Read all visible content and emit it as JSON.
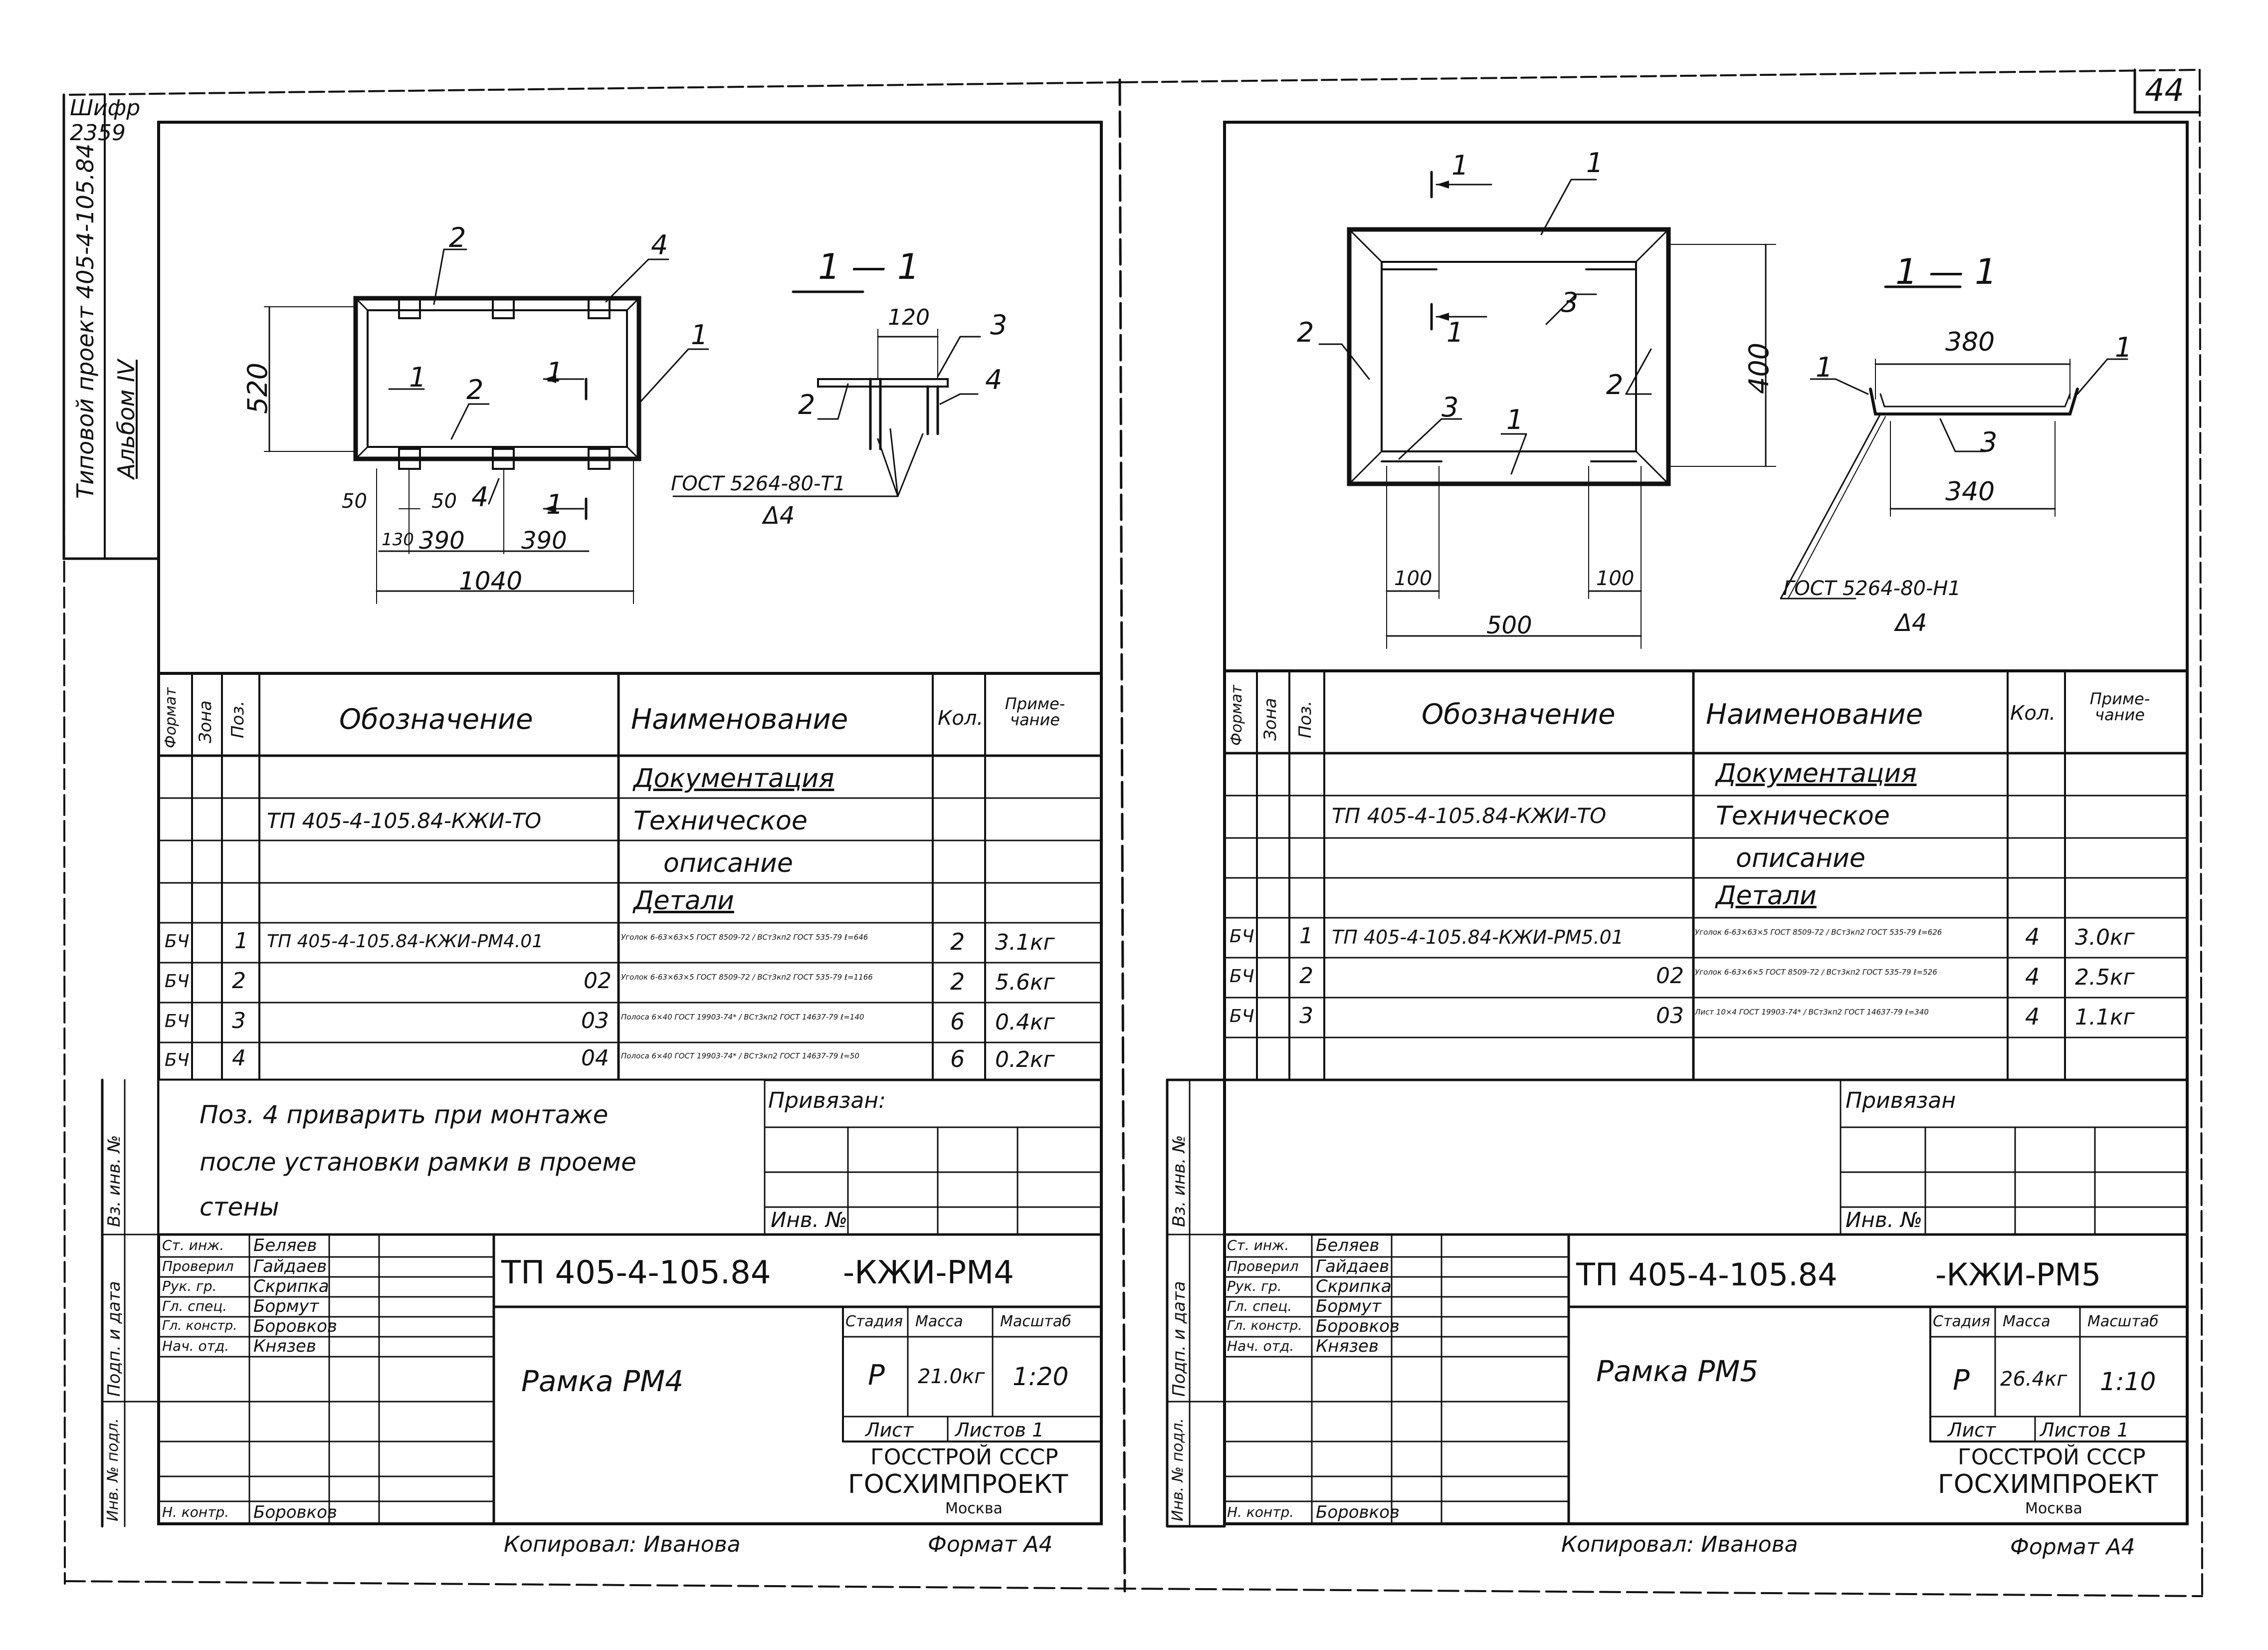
{
  "page_number": "44",
  "side_stamp": {
    "cipher_label": "Шифр",
    "cipher_value": "2359",
    "project_line": "Типовой проект 405-4-105.84",
    "album_line": "Альбом IV"
  },
  "left_sheet": {
    "drawing": {
      "section_title": "1 — 1",
      "dims": {
        "height": "520",
        "w50a": "50",
        "w50b": "50",
        "w130": "130",
        "w390a": "390",
        "w390b": "390",
        "total": "1040",
        "sec_width": "120"
      },
      "callouts": [
        "2",
        "4",
        "1",
        "1",
        "2",
        "1",
        "1",
        "4",
        "2",
        "3",
        "4"
      ],
      "weld_note": "ГОСТ 5264-80-Т1",
      "weld_size": "Δ4"
    },
    "table": {
      "headers": [
        "Формат",
        "Зона",
        "Поз.",
        "Обозначение",
        "Наименование",
        "Кол.",
        "Приме-чание"
      ],
      "rows": [
        {
          "fmt": "",
          "zone": "",
          "pos": "",
          "code": "",
          "name": "Документация",
          "qty": "",
          "note": ""
        },
        {
          "fmt": "",
          "zone": "",
          "pos": "",
          "code": "ТП 405-4-105.84-КЖИ-ТО",
          "name": "Техническое",
          "qty": "",
          "note": ""
        },
        {
          "fmt": "",
          "zone": "",
          "pos": "",
          "code": "",
          "name": "описание",
          "qty": "",
          "note": ""
        },
        {
          "fmt": "",
          "zone": "",
          "pos": "",
          "code": "",
          "name": "Детали",
          "qty": "",
          "note": ""
        },
        {
          "fmt": "БЧ",
          "zone": "",
          "pos": "1",
          "code": "ТП 405-4-105.84-КЖИ-РМ4.01",
          "name": "Уголок 6-63×63×5 ГОСТ 8509-72 / ВСт3кп2 ГОСТ 535-79 ℓ=646",
          "qty": "2",
          "note": "3.1кг"
        },
        {
          "fmt": "БЧ",
          "zone": "",
          "pos": "2",
          "code": "02",
          "name": "Уголок 6-63×63×5 ГОСТ 8509-72 / ВСт3кп2 ГОСТ 535-79 ℓ=1166",
          "qty": "2",
          "note": "5.6кг"
        },
        {
          "fmt": "БЧ",
          "zone": "",
          "pos": "3",
          "code": "03",
          "name": "Полоса 6×40 ГОСТ 19903-74* / ВСт3кп2 ГОСТ 14637-79 ℓ=140",
          "qty": "6",
          "note": "0.4кг"
        },
        {
          "fmt": "БЧ",
          "zone": "",
          "pos": "4",
          "code": "04",
          "name": "Полоса 6×40 ГОСТ 19903-74* / ВСт3кп2 ГОСТ 14637-79 ℓ=50",
          "qty": "6",
          "note": "0.2кг"
        }
      ]
    },
    "note_text": [
      "Поз. 4 приварить при монтаже",
      "после установки рамки в проеме",
      "стены"
    ],
    "privyazan": "Привязан:",
    "inv_no": "Инв. №",
    "side_labels": [
      "Инв. № подл.",
      "Подп. и дата",
      "Вз. инв. №"
    ],
    "signers": [
      {
        "role": "Ст. инж.",
        "name": "Беляев"
      },
      {
        "role": "Проверил",
        "name": "Гайдаев"
      },
      {
        "role": "Рук. гр.",
        "name": "Скрипка"
      },
      {
        "role": "Гл. спец.",
        "name": "Бормут"
      },
      {
        "role": "Гл. констр.",
        "name": "Боровков"
      },
      {
        "role": "Нач. отд.",
        "name": "Князев"
      },
      {
        "role": "Н. контр.",
        "name": "Боровков"
      }
    ],
    "doc_code": "ТП 405-4-105.84",
    "doc_suffix": "-КЖИ-РМ4",
    "title": "Рамка РМ4",
    "stage_label": "Стадия",
    "mass_label": "Масса",
    "scale_label": "Масштаб",
    "stage": "Р",
    "mass": "21.0кг",
    "scale": "1:20",
    "sheet_label": "Лист",
    "sheets_label": "Листов 1",
    "org1": "ГОССТРОЙ СССР",
    "org2": "ГОСХИМПРОЕКТ",
    "city": "Москва",
    "copied": "Копировал: Иванова",
    "format": "Формат А4"
  },
  "right_sheet": {
    "drawing": {
      "section_title": "1 — 1",
      "dims": {
        "height": "400",
        "w100a": "100",
        "w100b": "100",
        "total": "500",
        "top": "380",
        "bottom": "340"
      },
      "callouts": [
        "1",
        "1",
        "3",
        "1",
        "2",
        "2",
        "3",
        "1",
        "1",
        "1",
        "3"
      ],
      "weld_note": "ГОСТ 5264-80-Н1",
      "weld_size": "Δ4"
    },
    "table": {
      "headers": [
        "Формат",
        "Зона",
        "Поз.",
        "Обозначение",
        "Наименование",
        "Кол.",
        "Приме-чание"
      ],
      "rows": [
        {
          "fmt": "",
          "zone": "",
          "pos": "",
          "code": "",
          "name": "Документация",
          "qty": "",
          "note": ""
        },
        {
          "fmt": "",
          "zone": "",
          "pos": "",
          "code": "ТП 405-4-105.84-КЖИ-ТО",
          "name": "Техническое",
          "qty": "",
          "note": ""
        },
        {
          "fmt": "",
          "zone": "",
          "pos": "",
          "code": "",
          "name": "описание",
          "qty": "",
          "note": ""
        },
        {
          "fmt": "",
          "zone": "",
          "pos": "",
          "code": "",
          "name": "Детали",
          "qty": "",
          "note": ""
        },
        {
          "fmt": "БЧ",
          "zone": "",
          "pos": "1",
          "code": "ТП 405-4-105.84-КЖИ-РМ5.01",
          "name": "Уголок 6-63×63×5 ГОСТ 8509-72 / ВСт3кп2 ГОСТ 535-79 ℓ=626",
          "qty": "4",
          "note": "3.0кг"
        },
        {
          "fmt": "БЧ",
          "zone": "",
          "pos": "2",
          "code": "02",
          "name": "Уголок 6-63×6×5 ГОСТ 8509-72 / ВСт3кп2 ГОСТ 535-79 ℓ=526",
          "qty": "4",
          "note": "2.5кг"
        },
        {
          "fmt": "БЧ",
          "zone": "",
          "pos": "3",
          "code": "03",
          "name": "Лист 10×4 ГОСТ 19903-74* / ВСт3кп2 ГОСТ 14637-79 ℓ=340",
          "qty": "4",
          "note": "1.1кг"
        }
      ]
    },
    "privyazan": "Привязан",
    "inv_no": "Инв. №",
    "side_labels": [
      "Инв. № подл.",
      "Подп. и дата",
      "Вз. инв. №"
    ],
    "signers": [
      {
        "role": "Ст. инж.",
        "name": "Беляев"
      },
      {
        "role": "Проверил",
        "name": "Гайдаев"
      },
      {
        "role": "Рук. гр.",
        "name": "Скрипка"
      },
      {
        "role": "Гл. спец.",
        "name": "Бормут"
      },
      {
        "role": "Гл. констр.",
        "name": "Боровков"
      },
      {
        "role": "Нач. отд.",
        "name": "Князев"
      },
      {
        "role": "Н. контр.",
        "name": "Боровков"
      }
    ],
    "doc_code": "ТП 405-4-105.84",
    "doc_suffix": "-КЖИ-РМ5",
    "title": "Рамка РМ5",
    "stage_label": "Стадия",
    "mass_label": "Масса",
    "scale_label": "Масштаб",
    "stage": "Р",
    "mass": "26.4кг",
    "scale": "1:10",
    "sheet_label": "Лист",
    "sheets_label": "Листов 1",
    "org1": "ГОССТРОЙ СССР",
    "org2": "ГОСХИМПРОЕКТ",
    "city": "Москва",
    "copied": "Копировал: Иванова",
    "format": "Формат А4"
  }
}
